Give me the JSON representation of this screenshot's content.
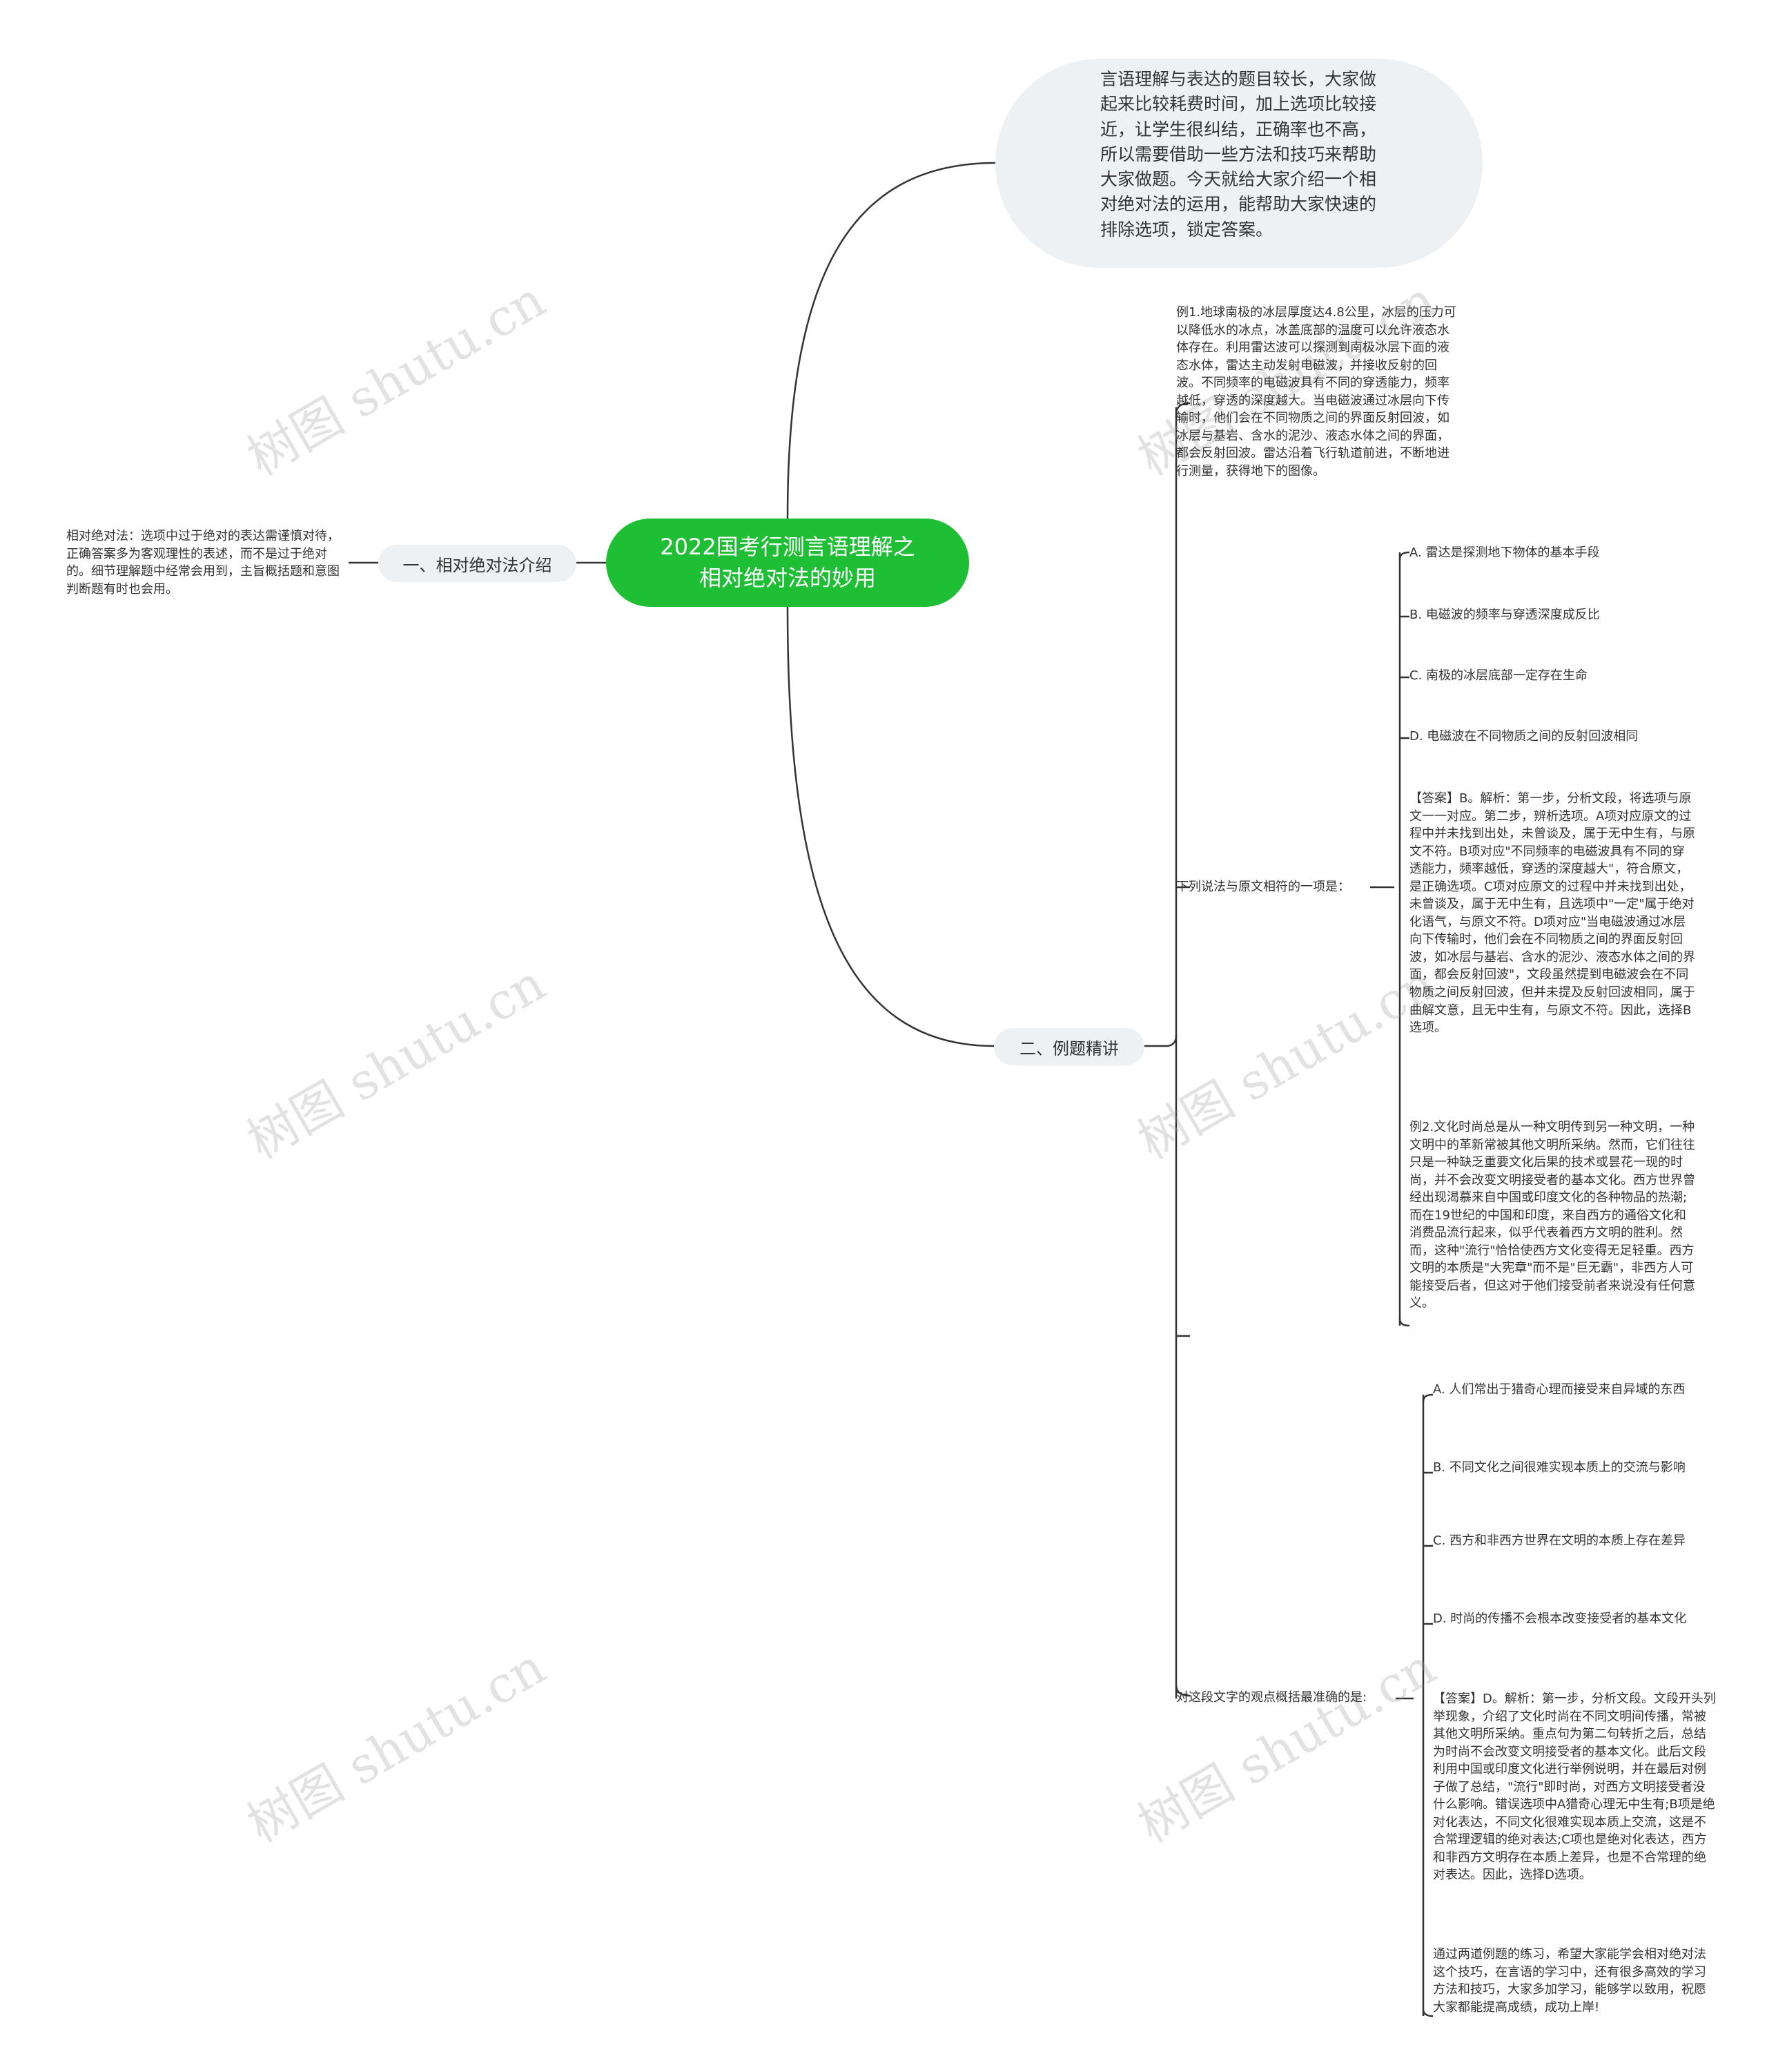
{
  "central": {
    "title": "2022国考行测言语理解之\n相对绝对法的妙用",
    "color": "#1fbf35"
  },
  "intro": "言语理解与表达的题目较长，大家做起来比较耗费时间，加上选项比较接近，让学生很纠结，正确率也不高，所以需要借助一些方法和技巧来帮助大家做题。今天就给大家介绍一个相对绝对法的运用，能帮助大家快速的排除选项，锁定答案。",
  "branch1": {
    "label": "一、相对绝对法介绍",
    "detail": "相对绝对法：选项中过于绝对的表达需谨慎对待，正确答案多为客观理性的表述，而不是过于绝对的。细节理解题中经常会用到，主旨概括题和意图判断题有时也会用。"
  },
  "branch2": {
    "label": "二、例题精讲",
    "example1": {
      "passage": "例1.地球南极的冰层厚度达4.8公里，冰层的压力可以降低水的冰点，冰盖底部的温度可以允许液态水体存在。利用雷达波可以探测到南极冰层下面的液态水体，雷达主动发射电磁波，并接收反射的回波。不同频率的电磁波具有不同的穿透能力，频率越低，穿透的深度越大。当电磁波通过冰层向下传输时，他们会在不同物质之间的界面反射回波，如冰层与基岩、含水的泥沙、液态水体之间的界面，都会反射回波。雷达沿着飞行轨道前进，不断地进行测量，获得地下的图像。",
      "question": "下列说法与原文相符的一项是：",
      "options": [
        "A. 雷达是探测地下物体的基本手段",
        "B. 电磁波的频率与穿透深度成反比",
        "C. 南极的冰层底部一定存在生命",
        "D. 电磁波在不同物质之间的反射回波相同"
      ],
      "answer": "【答案】B。解析：第一步，分析文段，将选项与原文一一对应。第二步，辨析选项。A项对应原文的过程中并未找到出处，未曾谈及，属于无中生有，与原文不符。B项对应\"不同频率的电磁波具有不同的穿透能力，频率越低，穿透的深度越大\"，符合原文，是正确选项。C项对应原文的过程中并未找到出处，未曾谈及，属于无中生有，且选项中\"一定\"属于绝对化语气，与原文不符。D项对应\"当电磁波通过冰层向下传输时，他们会在不同物质之间的界面反射回波，如冰层与基岩、含水的泥沙、液态水体之间的界面，都会反射回波\"，文段虽然提到电磁波会在不同物质之间反射回波，但并未提及反射回波相同，属于曲解文意，且无中生有，与原文不符。因此，选择B选项。"
    },
    "example2": {
      "passage": "例2.文化时尚总是从一种文明传到另一种文明，一种文明中的革新常被其他文明所采纳。然而，它们往往只是一种缺乏重要文化后果的技术或昙花一现的时尚，并不会改变文明接受者的基本文化。西方世界曾经出现渴慕来自中国或印度文化的各种物品的热潮;而在19世纪的中国和印度，来自西方的通俗文化和消费品流行起来，似乎代表着西方文明的胜利。然而，这种\"流行\"恰恰使西方文化变得无足轻重。西方文明的本质是\"大宪章\"而不是\"巨无霸\"，非西方人可能接受后者，但这对于他们接受前者来说没有任何意义。",
      "question": "对这段文字的观点概括最准确的是:",
      "options": [
        "A. 人们常出于猎奇心理而接受来自异域的东西",
        "B. 不同文化之间很难实现本质上的交流与影响",
        "C. 西方和非西方世界在文明的本质上存在差异",
        "D. 时尚的传播不会根本改变接受者的基本文化"
      ],
      "answer": "【答案】D。解析：第一步，分析文段。文段开头列举现象，介绍了文化时尚在不同文明间传播，常被其他文明所采纳。重点句为第二句转折之后，总结为时尚不会改变文明接受者的基本文化。此后文段利用中国或印度文化进行举例说明，并在最后对例子做了总结，\"流行\"即时尚，对西方文明接受者没什么影响。错误选项中A猎奇心理无中生有;B项是绝对化表达，不同文化很难实现本质上交流，这是不合常理逻辑的绝对表达;C项也是绝对化表达，西方和非西方文明存在本质上差异，也是不合常理的绝对表达。因此，选择D选项。",
      "summary": "通过两道例题的练习，希望大家能学会相对绝对法这个技巧，在言语的学习中，还有很多高效的学习方法和技巧，大家多加学习，能够学以致用，祝愿大家都能提高成绩，成功上岸!"
    }
  },
  "watermark": "树图 shutu.cn"
}
